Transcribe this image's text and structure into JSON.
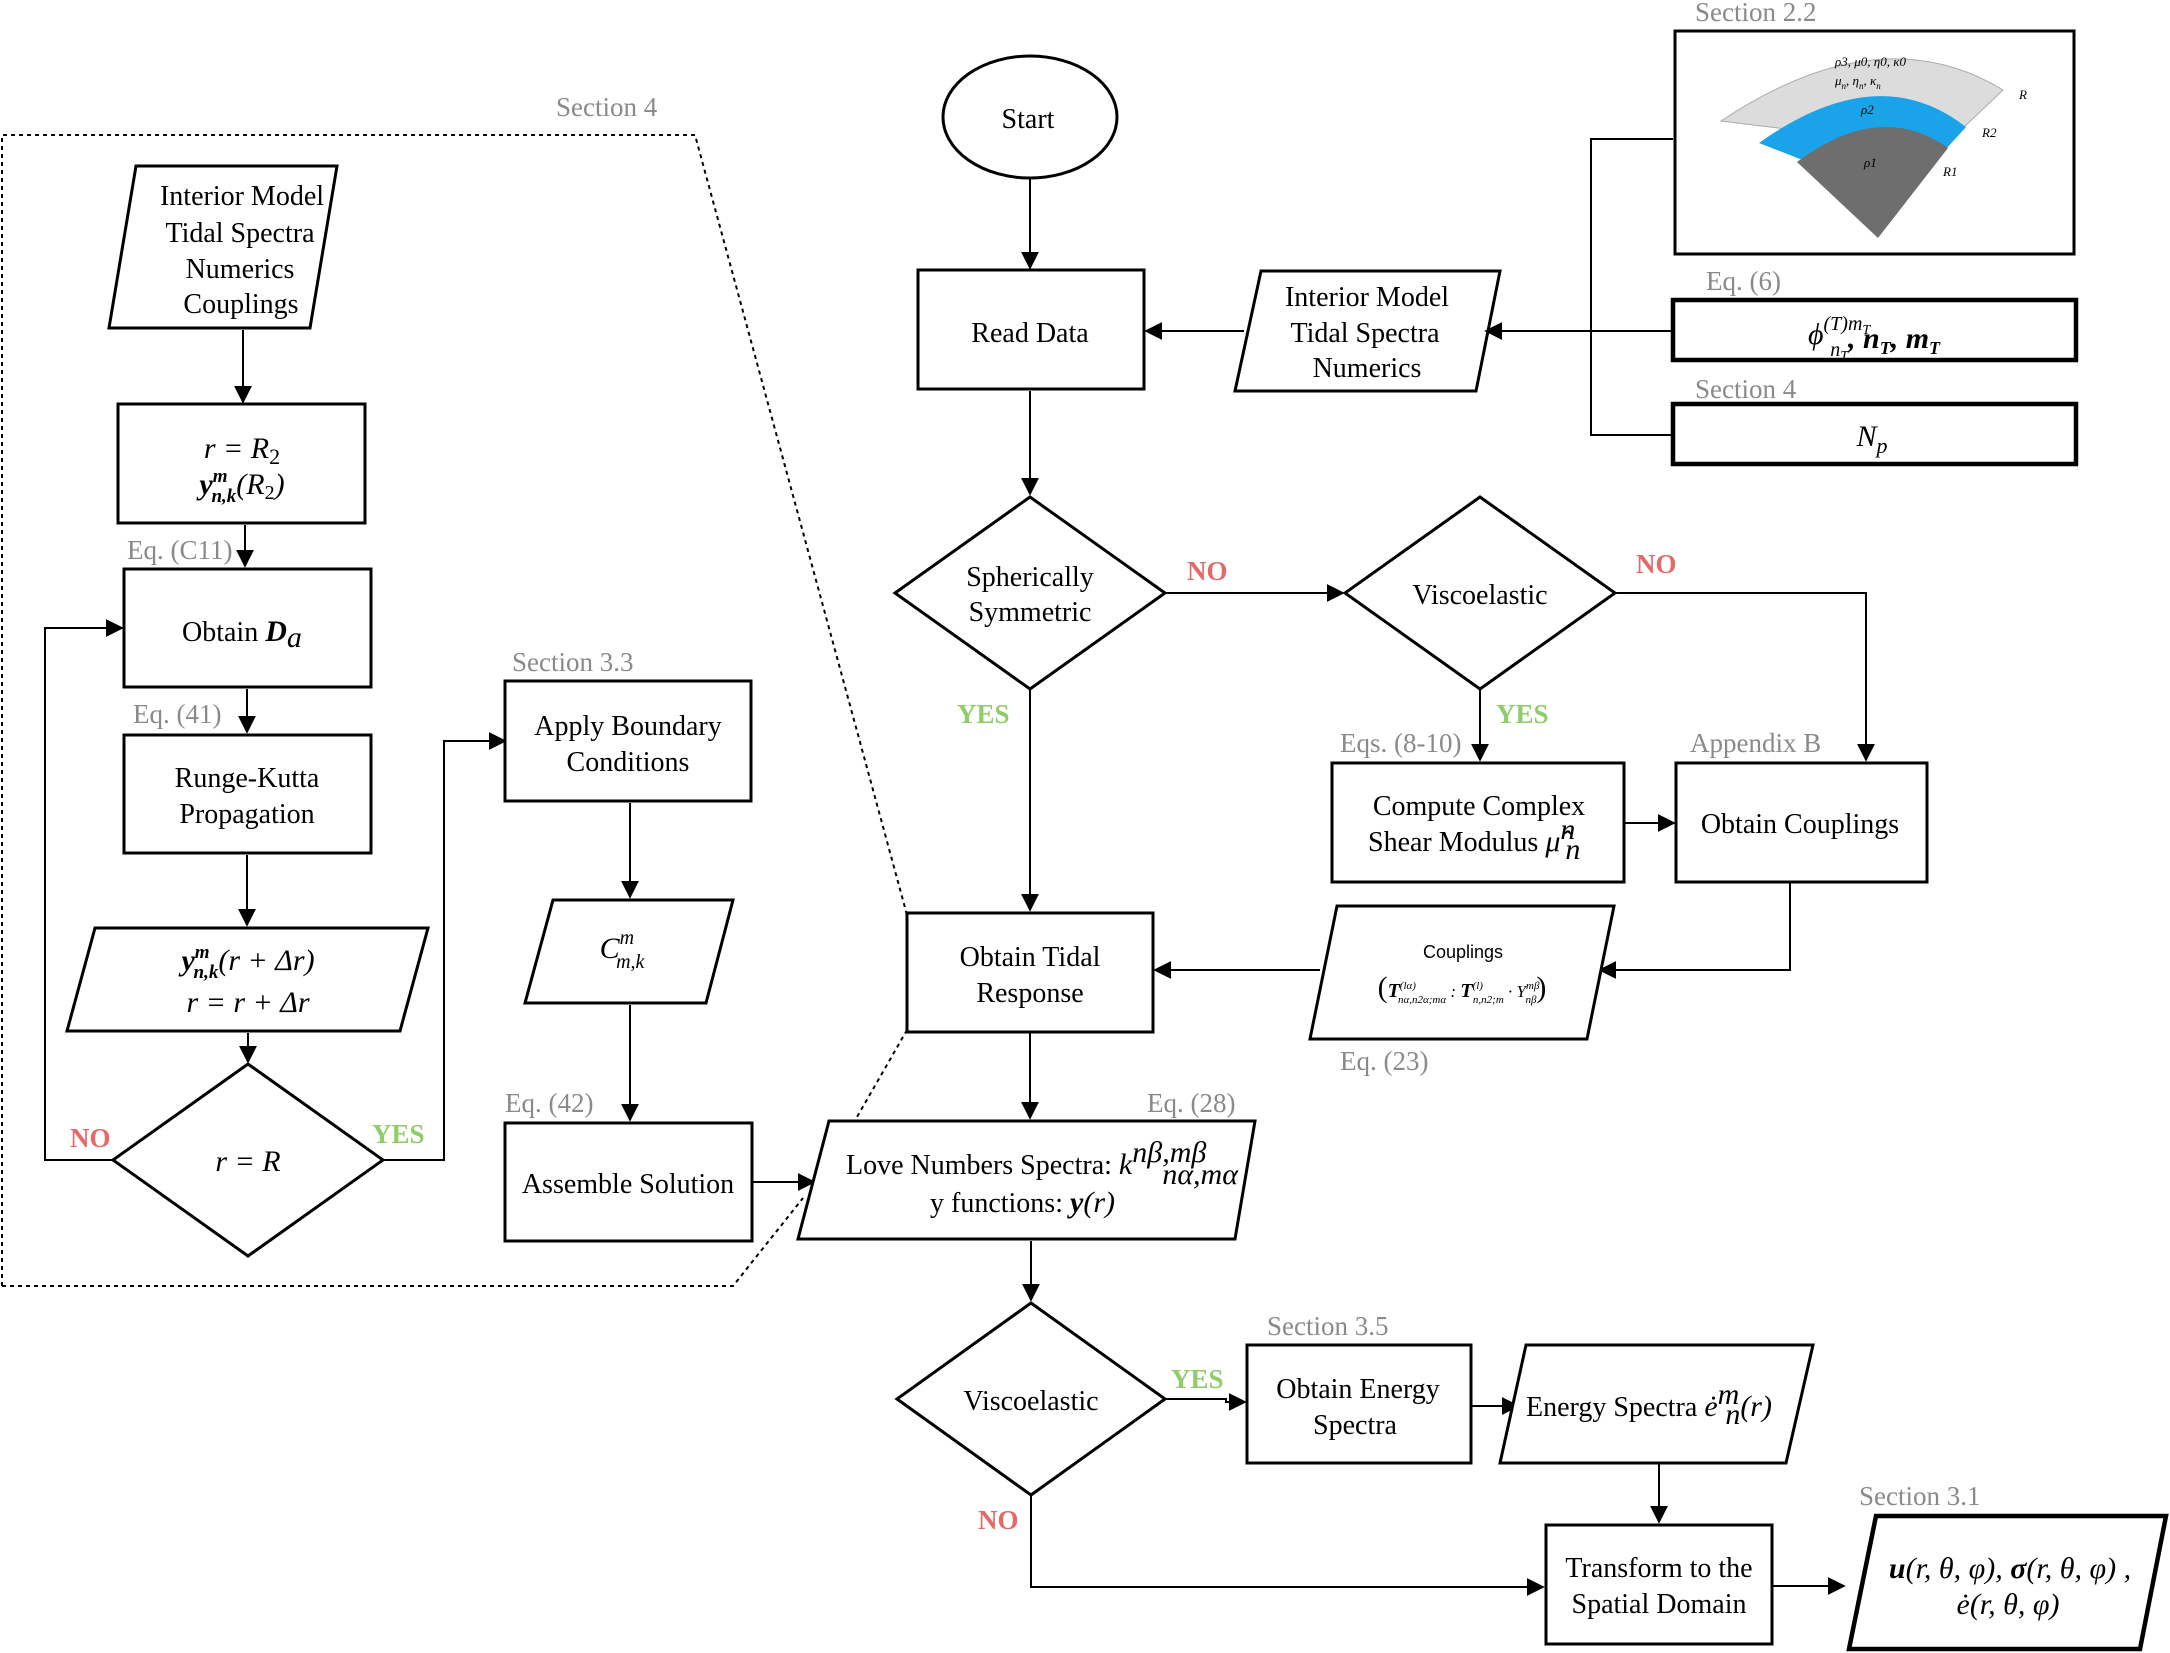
{
  "section_labels": {
    "section_4": "Section 4",
    "section_2_2": "Section 2.2",
    "section_4_np": "Section 4",
    "section_3_3": "Section 3.3",
    "section_3_5": "Section 3.5",
    "section_3_1": "Section 3.1",
    "appendix_b": "Appendix B"
  },
  "eq_labels": {
    "eq_6": "Eq. (6)",
    "eq_c11": "Eq. (C11)",
    "eq_41": "Eq. (41)",
    "eq_42": "Eq. (42)",
    "eq_28": "Eq. (28)",
    "eqs_8_10": "Eqs. (8-10)",
    "eq_23": "Eq. (23)"
  },
  "decisions": {
    "yes": "YES",
    "no": "NO"
  },
  "nodes": {
    "start": "Start",
    "read_data": "Read Data",
    "inputs_main": [
      "Interior Model",
      "Tidal Spectra",
      "Numerics"
    ],
    "inputs_sub": [
      "Interior Model",
      "Tidal Spectra",
      "Numerics",
      "Couplings"
    ],
    "spherically_symmetric": [
      "Spherically",
      "Symmetric"
    ],
    "viscoelastic_top": "Viscoelastic",
    "compute_shear": [
      "Compute Complex",
      "Shear Modulus"
    ],
    "obtain_couplings": "Obtain Couplings",
    "couplings_box_title": "Couplings",
    "obtain_tidal_response": [
      "Obtain Tidal",
      "Response"
    ],
    "love_numbers": [
      "Love Numbers Spectra:",
      "y functions:"
    ],
    "viscoelastic_bottom": "Viscoelastic",
    "obtain_energy": [
      "Obtain Energy",
      "Spectra"
    ],
    "energy_spectra": "Energy Spectra",
    "transform": [
      "Transform to the",
      "Spatial Domain"
    ],
    "obtain_da": "Obtain",
    "runge_kutta": [
      "Runge-Kutta",
      "Propagation"
    ],
    "apply_boundary": [
      "Apply Boundary",
      "Conditions"
    ],
    "assemble_solution": "Assemble Solution"
  },
  "interior_figure": {
    "layer_colors": [
      "#dcdcdc",
      "#1aa3e8",
      "#6e6e6e"
    ],
    "layers": [
      "ρ1",
      "ρ2",
      "ρ3, μ0, η0, κ0"
    ],
    "radii_labels": [
      "R",
      "R2",
      "R1"
    ]
  }
}
